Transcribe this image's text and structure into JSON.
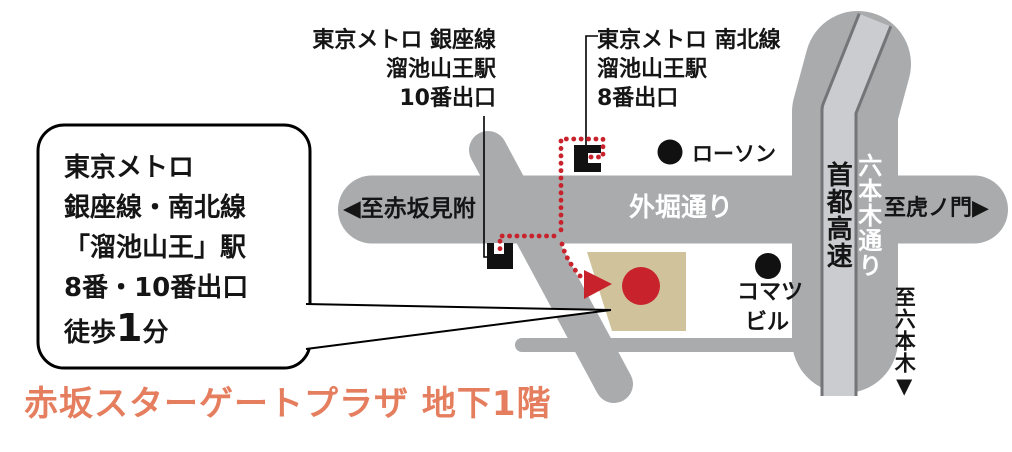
{
  "title": {
    "text": "赤坂スターゲートプラザ 地下1階"
  },
  "labels": {
    "ginza_exit": {
      "line1": "東京メトロ 銀座線",
      "line2": "溜池山王駅",
      "line3": "10番出口"
    },
    "namboku_exit": {
      "line1": "東京メトロ 南北線",
      "line2": "溜池山王駅",
      "line3": "8番出口"
    }
  },
  "bubble": {
    "line1": "東京メトロ",
    "line2": "銀座線・南北線",
    "line3": "「溜池山王」駅",
    "line4": "8番・10番出口",
    "walk_prefix": "徒歩",
    "walk_number": "1",
    "walk_suffix": "分"
  },
  "roads": {
    "sotobori": "外堀通り",
    "roppongi_dori": "六本木通り",
    "shuto_expressway": "首都高速"
  },
  "directions": {
    "akasaka_mitsuke": "◀至赤坂見附",
    "toranomon": "至虎ノ門▶",
    "roppongi": "至六本木▼"
  },
  "landmarks": {
    "lawson": "ローソン",
    "komatsu_line1": "コマツ",
    "komatsu_line2": "ビル"
  },
  "colors": {
    "road_gray": "#a9abad",
    "expressway_light": "#cacccf",
    "expressway_edge": "#737578",
    "building_tan": "#d0c39c",
    "route_red": "#c8232c",
    "title_orange": "#e57e5e",
    "marker_black": "#111111"
  }
}
